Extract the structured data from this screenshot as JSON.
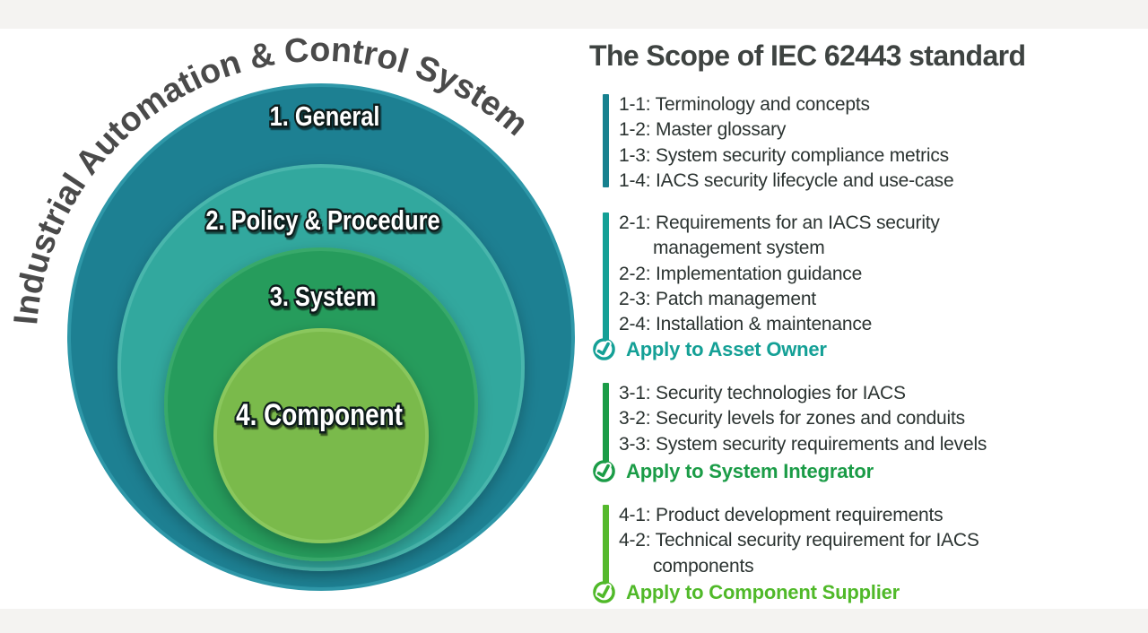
{
  "diagram": {
    "arc_title": "Industrial Automation & Control System",
    "rings": [
      {
        "label": "1. General",
        "color": "#1d8092",
        "rim": "#2e97a8"
      },
      {
        "label": "2. Policy & Procedure",
        "color": "#31a89e",
        "rim": "#49b6ac"
      },
      {
        "label": "3. System",
        "color": "#289c5b",
        "rim": "#37a96b"
      },
      {
        "label": "4. Component",
        "color": "#7aba4c",
        "rim": "#8ac75d"
      }
    ]
  },
  "scope": {
    "title": "The Scope of IEC 62443 standard",
    "groups": [
      {
        "accent": "#17818f",
        "lines": [
          {
            "text": "1-1: Terminology and concepts"
          },
          {
            "text": "1-2: Master glossary"
          },
          {
            "text": "1-3: System security compliance metrics"
          },
          {
            "text": "1-4: IACS security lifecycle and use-case"
          }
        ]
      },
      {
        "accent": "#14a096",
        "lines": [
          {
            "text": "2-1: Requirements for an IACS security"
          },
          {
            "text": "management system",
            "indent": true
          },
          {
            "text": "2-2: Implementation guidance"
          },
          {
            "text": "2-3: Patch management"
          },
          {
            "text": "2-4: Installation & maintenance"
          }
        ],
        "apply": {
          "label": "Apply to Asset Owner",
          "color": "#14a096"
        }
      },
      {
        "accent": "#1b9c47",
        "lines": [
          {
            "text": "3-1: Security technologies for IACS"
          },
          {
            "text": "3-2: Security levels for zones and conduits"
          },
          {
            "text": "3-3: System security requirements and levels"
          }
        ],
        "apply": {
          "label": "Apply to System Integrator",
          "color": "#1b9c47"
        }
      },
      {
        "accent": "#55b92d",
        "lines": [
          {
            "text": "4-1: Product development requirements"
          },
          {
            "text": "4-2: Technical security requirement for IACS"
          },
          {
            "text": "components",
            "indent": true
          }
        ],
        "apply": {
          "label": "Apply to Component Supplier",
          "color": "#50b929"
        }
      }
    ]
  }
}
